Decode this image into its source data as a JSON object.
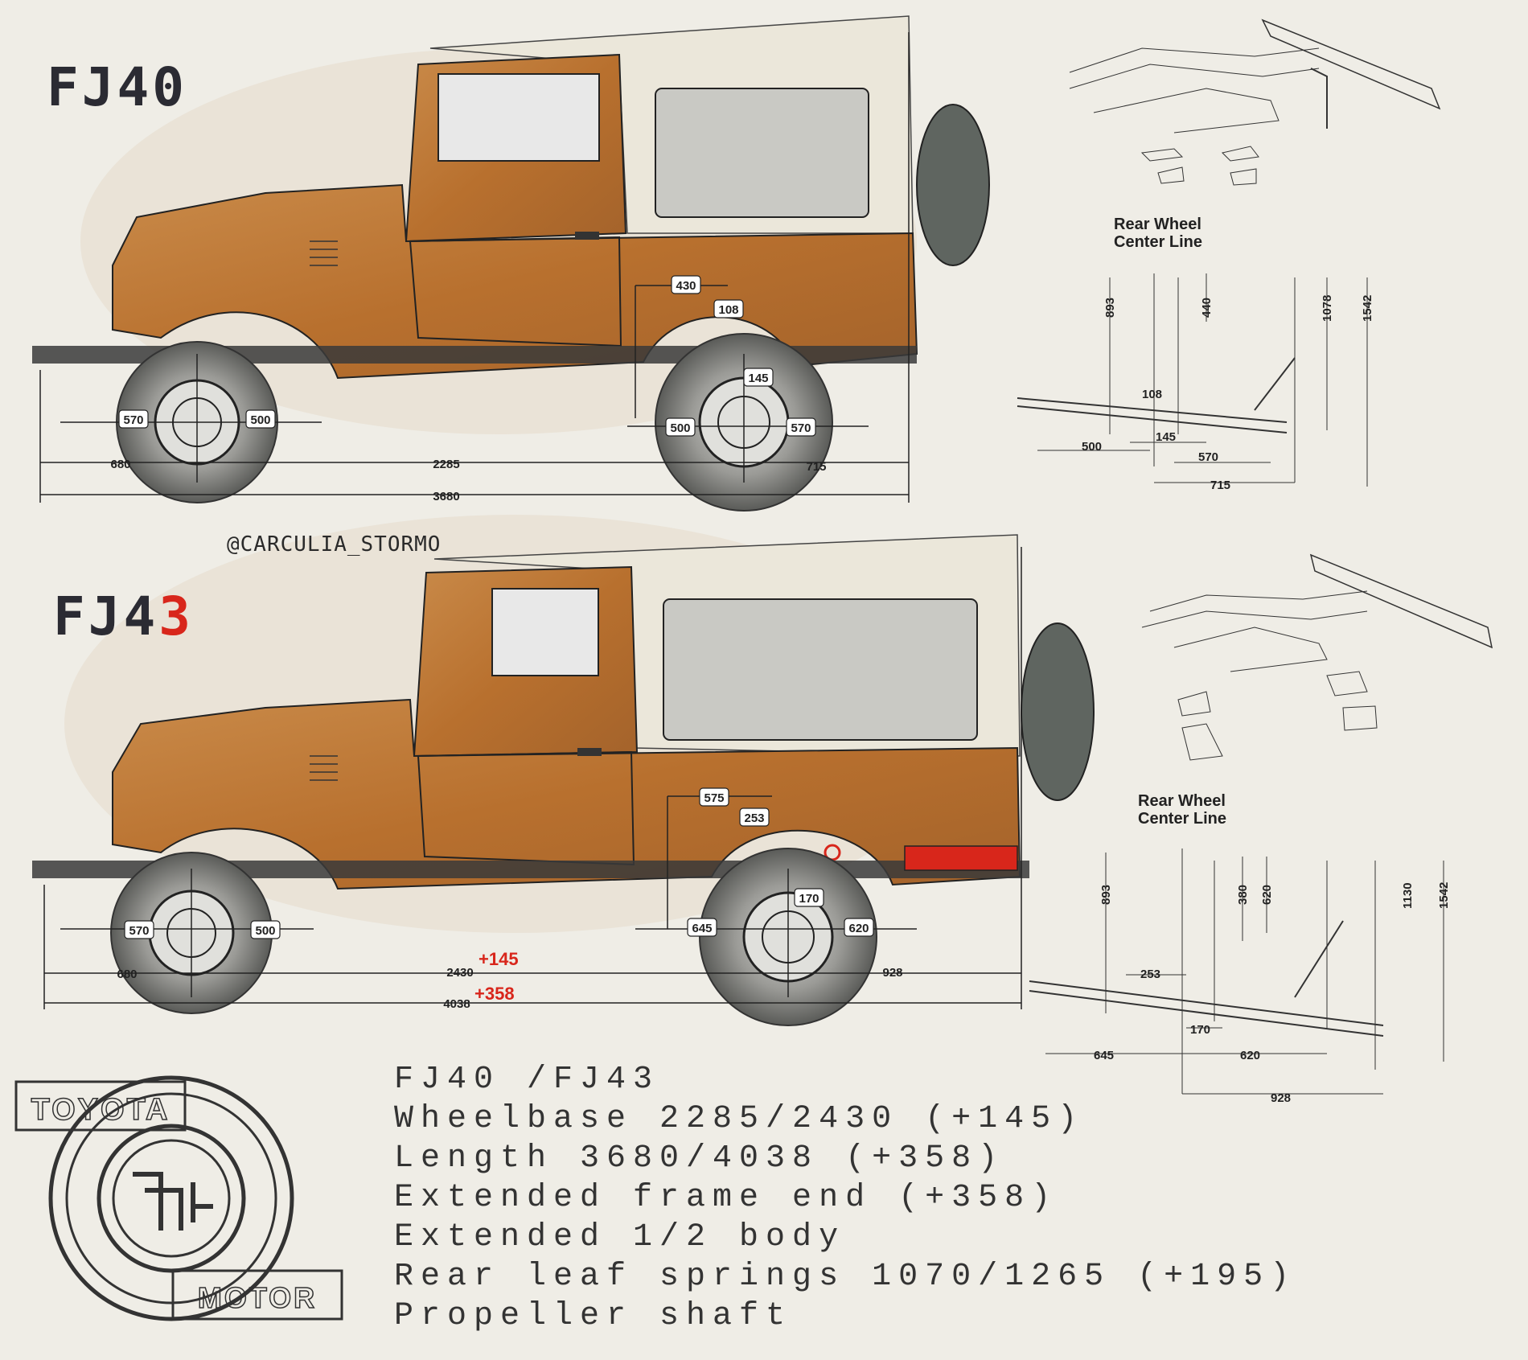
{
  "titles": {
    "top": {
      "prefix": "FJ4",
      "suffix": "0"
    },
    "bottom": {
      "prefix": "FJ4",
      "suffix": "3"
    }
  },
  "credit": "@CARCULIA_STORMO",
  "captions": {
    "top": [
      "Rear Wheel",
      "Center Line"
    ],
    "bottom": [
      "Rear Wheel",
      "Center Line"
    ]
  },
  "dims_top": {
    "front_570": "570",
    "front_500": "500",
    "d430": "430",
    "d108": "108",
    "d145": "145",
    "rear_500": "500",
    "rear_570": "570",
    "d680": "680",
    "d2285": "2285",
    "d715": "715",
    "d3680": "3680"
  },
  "dims_bottom": {
    "front_570": "570",
    "front_500": "500",
    "d575": "575",
    "d253": "253",
    "d170": "170",
    "rear_645": "645",
    "rear_620": "620",
    "d680": "680",
    "d2430": "2430",
    "plus145": "+145",
    "d928": "928",
    "d4038": "4038",
    "plus358": "+358"
  },
  "detail_top": {
    "d893": "893",
    "d440": "440",
    "d1078": "1078",
    "d1542": "1542",
    "d108": "108",
    "d500": "500",
    "d145": "145",
    "d570": "570",
    "d715": "715"
  },
  "detail_bottom": {
    "d893": "893",
    "d380": "380",
    "d620": "620",
    "d1130": "1130",
    "d1542": "1542",
    "d253": "253",
    "d170": "170",
    "d645": "645",
    "d620b": "620",
    "d928": "928"
  },
  "logo": {
    "top": "TOYOTA",
    "bottom": "MOTOR"
  },
  "specs": [
    "FJ40 /FJ43",
    "Wheelbase 2285/2430 (+145)",
    "Length 3680/4038 (+358)",
    "Extended frame end (+358)",
    "Extended 1/2 body",
    "Rear leaf springs 1070/1265 (+195)",
    "Propeller shaft"
  ],
  "colors": {
    "body": "#c07a35",
    "top": "#ebe7da",
    "accent": "#d8261b",
    "bg": "#efede6"
  }
}
